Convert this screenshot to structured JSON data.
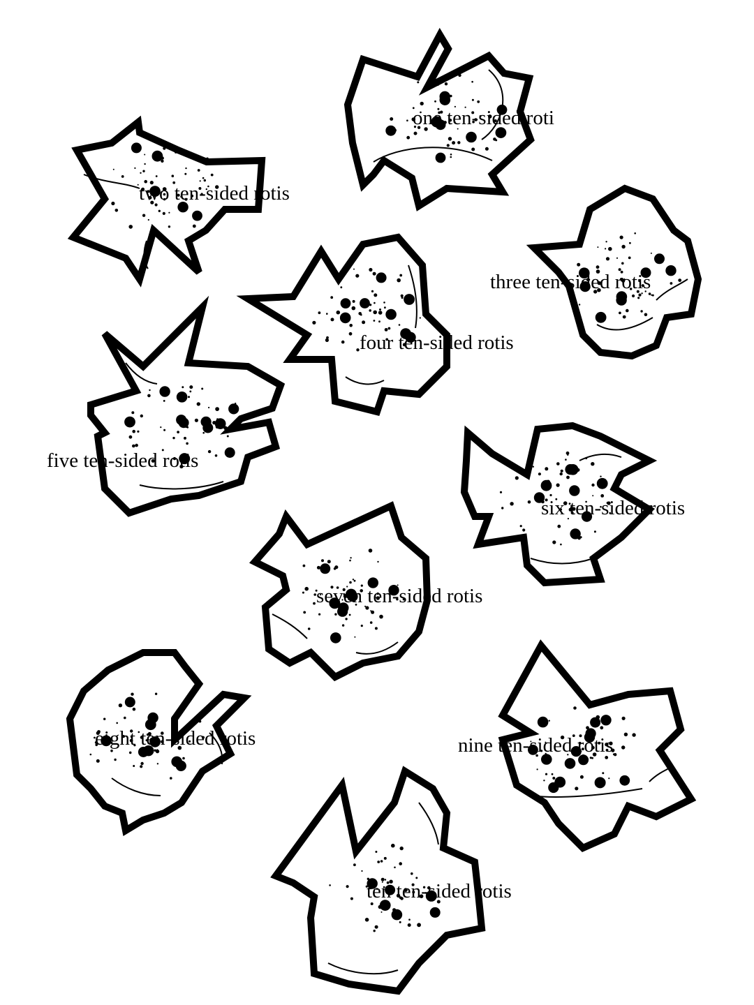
{
  "colors": {
    "ink": "#000000",
    "paper": "#ffffff"
  },
  "labels": [
    "one ten-sided roti",
    "two ten-sided rotis",
    "three ten-sided rotis",
    "four ten-sided rotis",
    "five ten-sided rotis",
    "six ten-sided rotis",
    "seven ten-sided rotis",
    "eight ten-sided rotis",
    "nine ten-sided rotis",
    "ten ten-sided rotis"
  ]
}
